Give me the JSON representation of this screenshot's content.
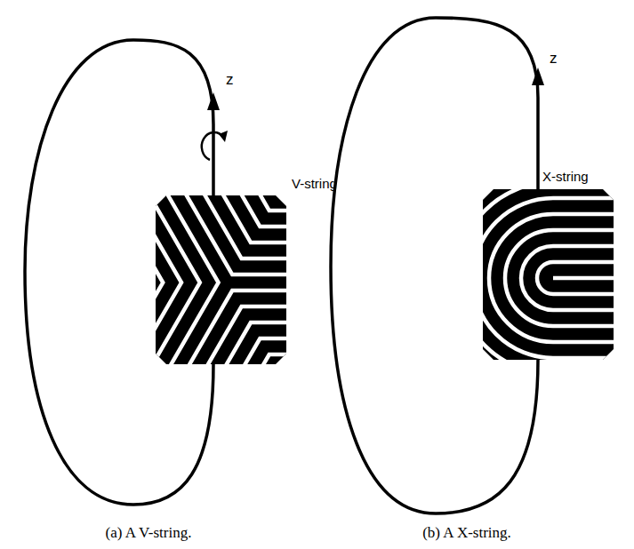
{
  "diagram": {
    "labels": [
      "z",
      "V-string",
      "(a) A V-string.",
      "z",
      "X-string",
      "(b) A X-string."
    ]
  }
}
